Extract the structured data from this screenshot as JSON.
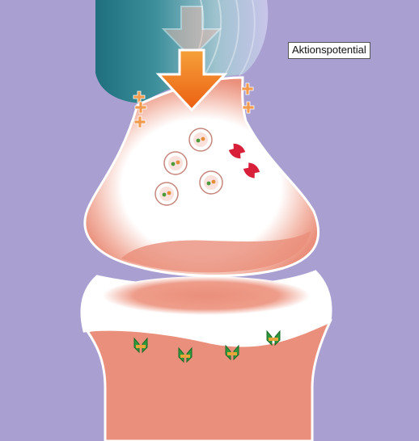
{
  "label": {
    "text": "Aktionspotential"
  },
  "colors": {
    "background": "#a9a0d1",
    "axon_dark": "#2e7f8e",
    "axon_light": "#c4c2e6",
    "terminal_pink": "#ea8f7b",
    "terminal_white": "#ffffff",
    "arrow_orange": "#f07a1d",
    "ion_orange": "#f29b4e",
    "calcium_channel": "#d8203a",
    "receptor": "#2f9a3c",
    "vesicle_green": "#4a9a3a"
  },
  "icons": {
    "action_potential_arrow": "down-arrow",
    "ion": "plus-sign",
    "vesicle": "circle-with-dots",
    "receptor": "butterfly-shape"
  }
}
